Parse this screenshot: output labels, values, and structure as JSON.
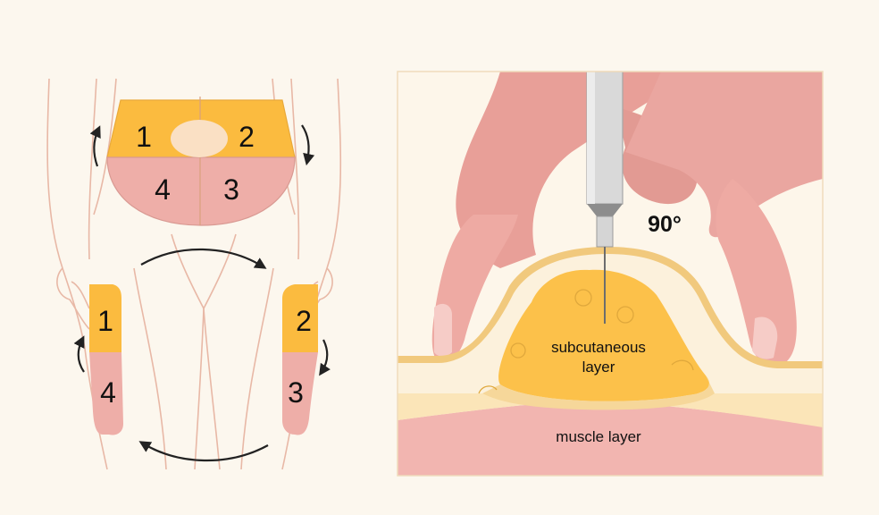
{
  "left_panel": {
    "abdomen_zones": [
      "1",
      "2",
      "3",
      "4"
    ],
    "left_thigh_zones": [
      "1",
      "4"
    ],
    "right_thigh_zones": [
      "2",
      "3"
    ]
  },
  "right_panel": {
    "angle_label": "90°",
    "subcutaneous_label_line1": "subcutaneous",
    "subcutaneous_label_line2": "layer",
    "muscle_label": "muscle layer"
  },
  "colors": {
    "background": "#fcf7ee",
    "zone_orange": "#fbbb3f",
    "zone_pink": "#eeaea8",
    "skin_outline": "#e9b9a8",
    "muscle": "#f2b5b0",
    "fat_yellow": "#fcc14a",
    "finger": "#eeaaa3"
  },
  "icons": [
    "rotation-arrow-icon",
    "syringe-needle-icon"
  ]
}
